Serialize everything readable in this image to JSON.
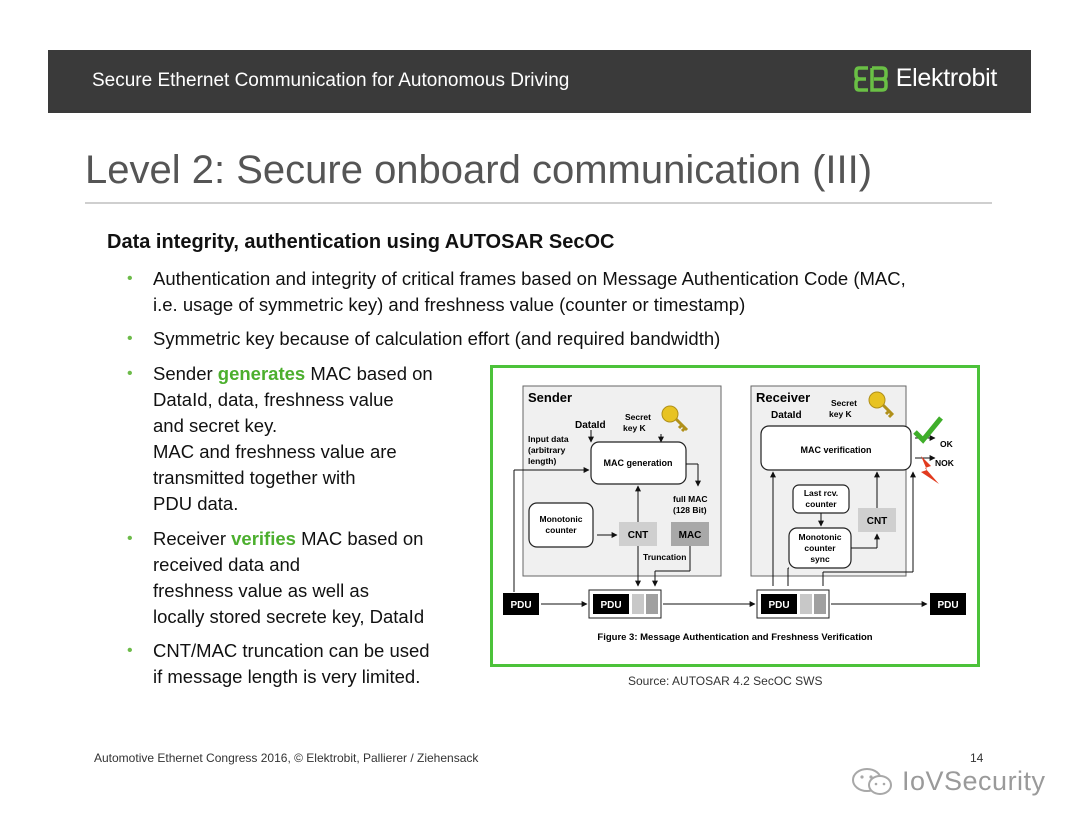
{
  "header": {
    "title": "Secure Ethernet Communication for Autonomous Driving",
    "logo_text": "Elektrobit"
  },
  "slide": {
    "title": "Level 2: Secure onboard communication (III)",
    "subtitle": "Data integrity, authentication using AUTOSAR SecOC"
  },
  "bullets": [
    {
      "lines": [
        "Authentication and integrity of critical frames based on Message Authentication Code (MAC,",
        "i.e. usage of symmetric key) and freshness value (counter or timestamp)"
      ]
    },
    {
      "lines": [
        "Symmetric key because of calculation effort (and required bandwidth)"
      ]
    },
    {
      "pre": "Sender ",
      "highlight": "generates",
      "post": " MAC based on",
      "lines": [
        "DataId, data, freshness value",
        "and secret key.",
        "MAC and freshness value are",
        "transmitted together with",
        "PDU data."
      ]
    },
    {
      "pre": "Receiver ",
      "highlight": "verifies",
      "post": " MAC based on",
      "lines": [
        "received data and",
        "freshness value as well as",
        "locally stored secrete key, DataId"
      ]
    },
    {
      "lines": [
        "CNT/MAC truncation can be used",
        "if message length is very limited."
      ]
    }
  ],
  "figure": {
    "caption": "Figure 3: Message Authentication and Freshness Verification",
    "sender": {
      "label": "Sender",
      "dataid": "DataId",
      "secret": "Secret",
      "key": "key K",
      "input": [
        "Input data",
        "(arbitrary",
        "length)"
      ],
      "mac_gen": "MAC generation",
      "full_mac": [
        "full MAC",
        "(128 Bit)"
      ],
      "monotonic": [
        "Monotonic",
        "counter"
      ],
      "cnt": "CNT",
      "mac": "MAC",
      "truncation": "Truncation"
    },
    "receiver": {
      "label": "Receiver",
      "dataid": "DataId",
      "secret": "Secret",
      "key": "key K",
      "mac_ver": "MAC verification",
      "ok": "OK",
      "nok": "NOK",
      "last_rcv": [
        "Last rcv.",
        "counter"
      ],
      "cnt": "CNT",
      "monotonic_sync": [
        "Monotonic",
        "counter",
        "sync"
      ]
    },
    "pdu": "PDU"
  },
  "source": "Source:  AUTOSAR 4.2 SecOC SWS",
  "footer": {
    "text": "Automotive Ethernet Congress 2016, © Elektrobit, Pallierer / Ziehensack",
    "page": "14"
  },
  "watermark": "IoVSecurity",
  "colors": {
    "header_bg": "#3a3a3a",
    "logo_green": "#6ac045",
    "highlight_green": "#4caf2e",
    "figure_border": "#4cc23a"
  }
}
